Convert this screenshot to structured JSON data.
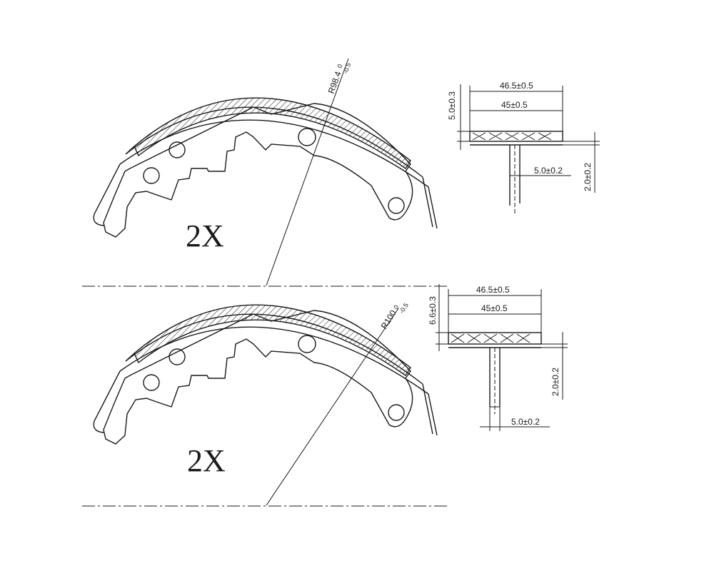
{
  "views": [
    {
      "quantity": "2X",
      "radius_label": "R98.4",
      "radius_tol_upper": "0",
      "radius_tol_lower": "-0.5",
      "dims": {
        "outer_width": "46.5±0.5",
        "inner_width": "45±0.5",
        "lining_thickness": "5.0±0.3",
        "web_thickness": "5.0±0.2",
        "rim_thickness": "2.0±0.2"
      }
    },
    {
      "quantity": "2X",
      "radius_label": "R100",
      "radius_tol_upper": "0",
      "radius_tol_lower": "-0.5",
      "dims": {
        "outer_width": "46.5±0.5",
        "inner_width": "45±0.5",
        "lining_thickness": "6.6±0.3",
        "web_thickness": "5.0±0.2",
        "rim_thickness": "2.0±0.2"
      }
    }
  ]
}
